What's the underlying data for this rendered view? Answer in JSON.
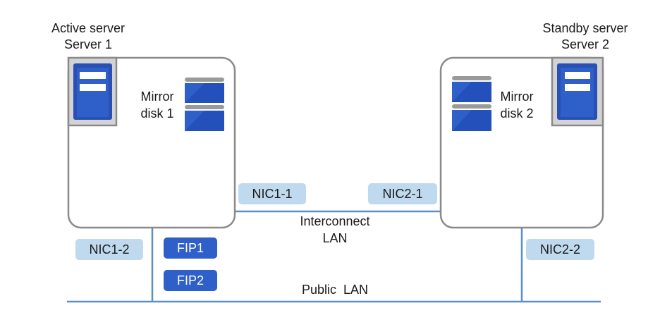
{
  "servers": [
    {
      "role": "Active server",
      "name": "Server 1",
      "disk_line1": "Mirror",
      "disk_line2": "disk 1"
    },
    {
      "role": "Standby server",
      "name": "Server 2",
      "disk_line1": "Mirror",
      "disk_line2": "disk 2"
    }
  ],
  "nics": {
    "nic1_1": "NIC1-1",
    "nic2_1": "NIC2-1",
    "nic1_2": "NIC1-2",
    "nic2_2": "NIC2-2"
  },
  "fips": [
    "FIP1",
    "FIP2"
  ],
  "networks": {
    "interconnect_line1": "Interconnect",
    "interconnect_line2": "LAN",
    "public": "Public  LAN"
  },
  "colors": {
    "line": "#5b8fc7",
    "nic_fill": "#bfd9ee",
    "fip_fill": "#2f5fc8",
    "box_border": "#8a8a8a",
    "disk_blue": "#2f5fc8"
  }
}
